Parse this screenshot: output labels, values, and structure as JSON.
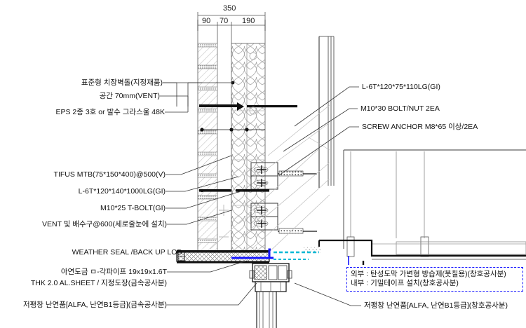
{
  "drawing": {
    "title": "exterior-wall-window-head-section-detail",
    "dimensions": {
      "total": "350",
      "segments": [
        "90",
        "70",
        "190"
      ]
    }
  },
  "labels_left": [
    {
      "id": "brick",
      "text": "표준형 치장벽돌(지정재품)"
    },
    {
      "id": "air-gap",
      "text": "공간 70mm(VENT)"
    },
    {
      "id": "insulation",
      "text": "EPS 2종 3호 or 발수 그라스울 48K"
    },
    {
      "id": "tifus-mtb",
      "text": "TIFUS MTB(75*150*400)@500(V)"
    },
    {
      "id": "angle-l6t",
      "text": "L-6T*120*140*1000LG(GI)"
    },
    {
      "id": "t-bolt",
      "text": "M10*25 T-BOLT(GI)"
    },
    {
      "id": "vent-drain",
      "text": "VENT 및 배수구@600(세로줄눈에 설치)"
    },
    {
      "id": "weather-seal",
      "text": "WEATHER SEAL /BACK UP LOD"
    },
    {
      "id": "square-pipe",
      "text": "아연도금 ㅁ-각파이프 19x19x1.6T"
    },
    {
      "id": "al-sheet",
      "text": "THK 2.0 AL.SHEET / 지정도장(금속공사분)"
    },
    {
      "id": "low-expansion-foam-metal",
      "text": "저팽창 난연품[ALFA, 난연B1등급](금속공사분)"
    }
  ],
  "labels_right": [
    {
      "id": "angle-l6t-110",
      "text": "L-6T*120*75*110LG(GI)"
    },
    {
      "id": "bolt-nut",
      "text": "M10*30 BOLT/NUT 2EA"
    },
    {
      "id": "screw-anchor",
      "text": "SCREW ANCHOR M8*65 이상/2EA"
    },
    {
      "id": "low-expansion-foam-window",
      "text": "저팽창 난연품[ALFA, 난연B1등급](창호공사분)"
    }
  ],
  "note_box": {
    "line1": "외부 : 탄성도막 가변형 방습제(붓칠용)(창호공사분)",
    "line2": "내부 : 기밀테이프 설치(창호공사분)"
  },
  "colors": {
    "line": "#1a1a1a",
    "thin": "#8a8a8a",
    "hatch": "#999999",
    "blue": "#1414ff",
    "cyan": "#00b9d6",
    "paper": "#ffffff"
  }
}
